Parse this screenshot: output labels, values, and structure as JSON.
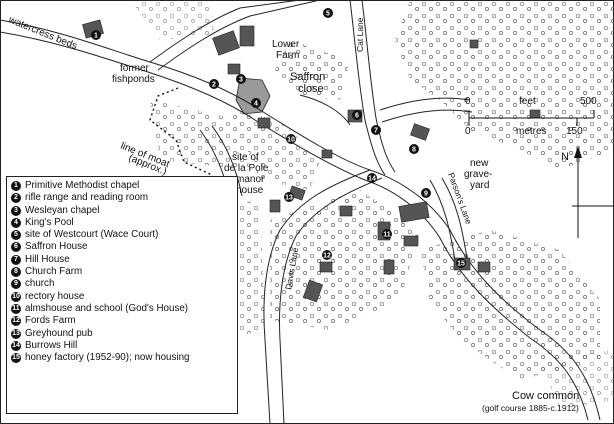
{
  "labels": {
    "watercress_beds": "watercress beds",
    "former_fishponds_1": "former",
    "former_fishponds_2": "fishponds",
    "lower_farm_1": "Lower",
    "lower_farm_2": "Farm",
    "saffron_close_1": "Saffron",
    "saffron_close_2": "close",
    "cat_lane": "Cat Lane",
    "line_of_moat_1": "line of moat",
    "line_of_moat_2": "(approx.)",
    "site_1": "site of",
    "site_2": "de la Pole",
    "site_3": "manor",
    "site_4": "house",
    "new_grave_1": "new",
    "new_grave_2": "grave-",
    "new_grave_3": "yard",
    "parsons_lane": "Parson's Lane",
    "davis_lane": "Davis Lane",
    "cow_common": "Cow common",
    "golf_course": "(golf course 1885-c.1912)",
    "north": "N"
  },
  "scale": {
    "feet_label": "feet",
    "metres_label": "metres",
    "feet_zero": "0",
    "feet_max": "500",
    "metres_zero": "0",
    "metres_max": "150"
  },
  "markers": [
    "1",
    "2",
    "3",
    "4",
    "5",
    "6",
    "7",
    "8",
    "9",
    "10",
    "11",
    "12",
    "13",
    "14",
    "15"
  ],
  "legend": [
    {
      "num": "1",
      "text": "Primitive Methodist chapel"
    },
    {
      "num": "2",
      "text": "rifle range and reading room"
    },
    {
      "num": "3",
      "text": "Wesleyan chapel"
    },
    {
      "num": "4",
      "text": "King's Pool"
    },
    {
      "num": "5",
      "text": "site of Westcourt (Wace Court)"
    },
    {
      "num": "6",
      "text": "Saffron House"
    },
    {
      "num": "7",
      "text": "Hill House"
    },
    {
      "num": "8",
      "text": "Church Farm"
    },
    {
      "num": "9",
      "text": "church"
    },
    {
      "num": "10",
      "text": "rectory house"
    },
    {
      "num": "11",
      "text": "almshouse and school (God's House)"
    },
    {
      "num": "12",
      "text": "Fords Farm"
    },
    {
      "num": "13",
      "text": "Greyhound pub"
    },
    {
      "num": "14",
      "text": "Burrows Hill"
    },
    {
      "num": "15",
      "text": "honey factory (1952-90); now housing"
    }
  ]
}
